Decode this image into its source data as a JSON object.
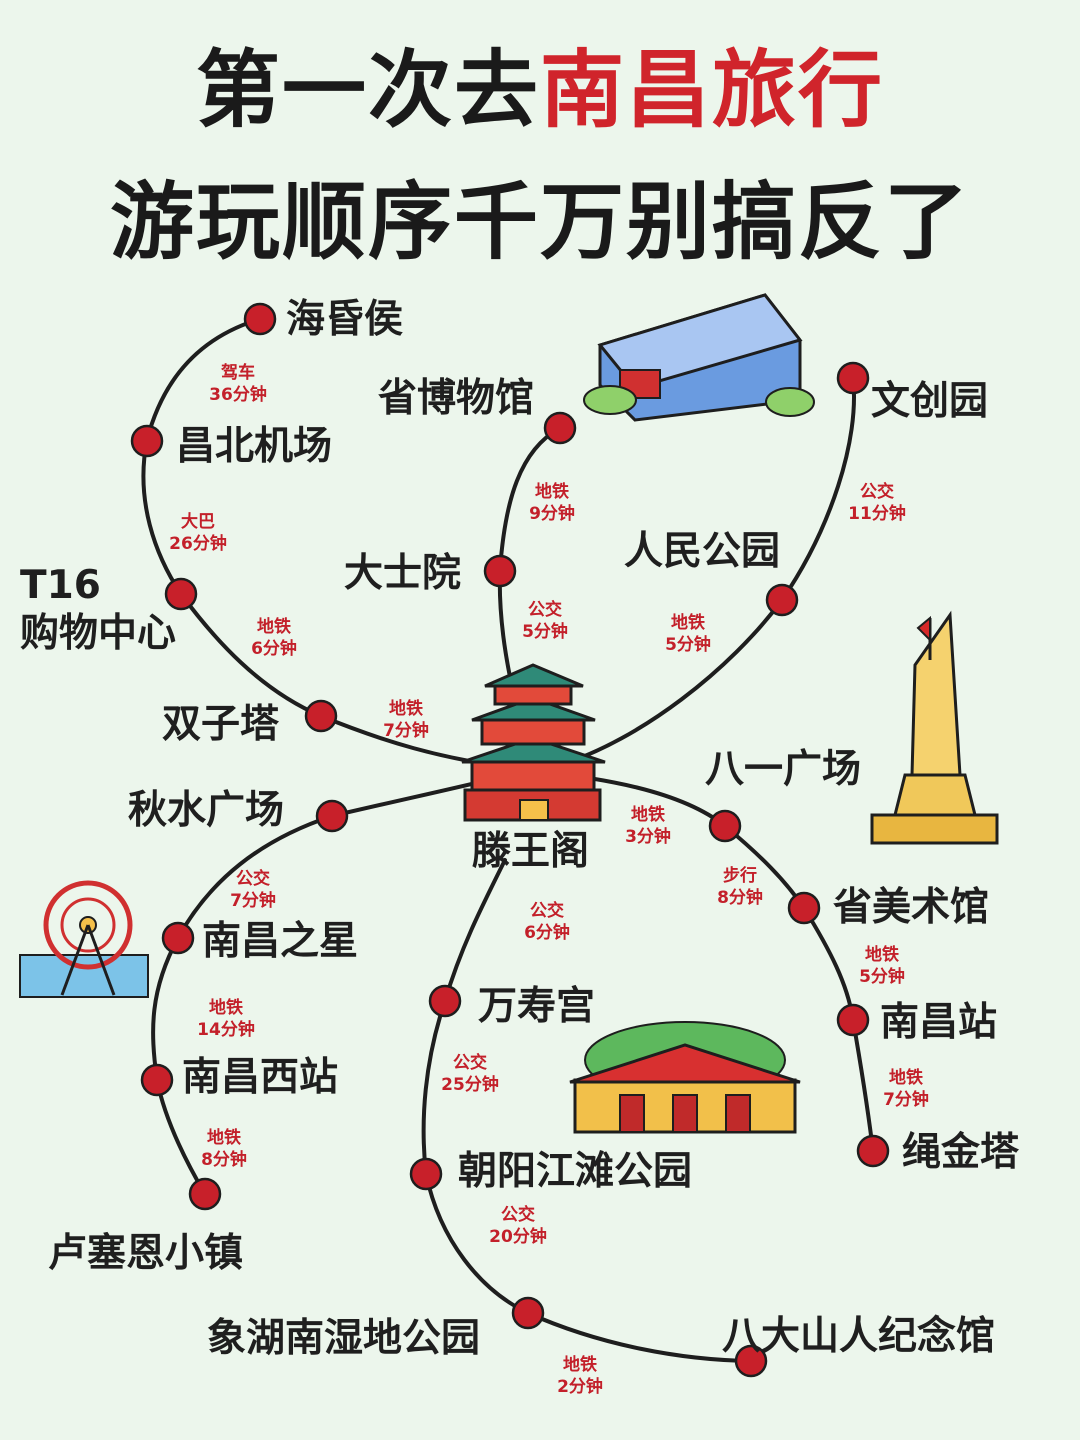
{
  "title": {
    "line1_prefix": "第一次去",
    "line1_highlight": "南昌旅行",
    "line2": "游玩顺序千万别搞反了"
  },
  "colors": {
    "accent": "#d0242b",
    "line": "#1e1e1e",
    "background": "#ecf6ec",
    "stop": "#c8202a"
  },
  "hub": {
    "name": "滕王阁",
    "icon": "tengwang-pavilion-icon"
  },
  "stations": {
    "haihunhou": "海昏侯",
    "changbei": "昌北机场",
    "t16": "T16\n购物中心",
    "shuangzita": "双子塔",
    "shengbowuguan": "省博物馆",
    "dashiyuan": "大士院",
    "wenchuangyuan": "文创园",
    "renmingongyuan": "人民公园",
    "bayiguangchang": "八一广场",
    "shengmeishuguan": "省美术馆",
    "nanchangzhan": "南昌站",
    "shengjinta": "绳金塔",
    "qiushuiguangchang": "秋水广场",
    "nanchangzhixing": "南昌之星",
    "nanchangxizhan": "南昌西站",
    "lusaien": "卢塞恩小镇",
    "wanshougong": "万寿宫",
    "chaoyang": "朝阳江滩公园",
    "xianghu": "象湖南湿地公园",
    "badashanren": "八大山人纪念馆"
  },
  "segments": [
    {
      "mode": "驾车",
      "time": "36分钟"
    },
    {
      "mode": "大巴",
      "time": "26分钟"
    },
    {
      "mode": "地铁",
      "time": "6分钟"
    },
    {
      "mode": "地铁",
      "time": "7分钟"
    },
    {
      "mode": "地铁",
      "time": "9分钟"
    },
    {
      "mode": "公交",
      "time": "5分钟"
    },
    {
      "mode": "公交",
      "time": "11分钟"
    },
    {
      "mode": "地铁",
      "time": "5分钟"
    },
    {
      "mode": "地铁",
      "time": "3分钟"
    },
    {
      "mode": "步行",
      "time": "8分钟"
    },
    {
      "mode": "地铁",
      "time": "5分钟"
    },
    {
      "mode": "地铁",
      "time": "7分钟"
    },
    {
      "mode": "公交",
      "time": "7分钟"
    },
    {
      "mode": "地铁",
      "time": "14分钟"
    },
    {
      "mode": "地铁",
      "time": "8分钟"
    },
    {
      "mode": "公交",
      "time": "6分钟"
    },
    {
      "mode": "公交",
      "time": "25分钟"
    },
    {
      "mode": "公交",
      "time": "20分钟"
    },
    {
      "mode": "地铁",
      "time": "2分钟"
    }
  ],
  "illustrations": {
    "museum": "museum-building-icon",
    "monument": "bayi-monument-icon",
    "ferris_wheel": "ferris-wheel-icon",
    "temple": "wanshou-temple-icon"
  }
}
